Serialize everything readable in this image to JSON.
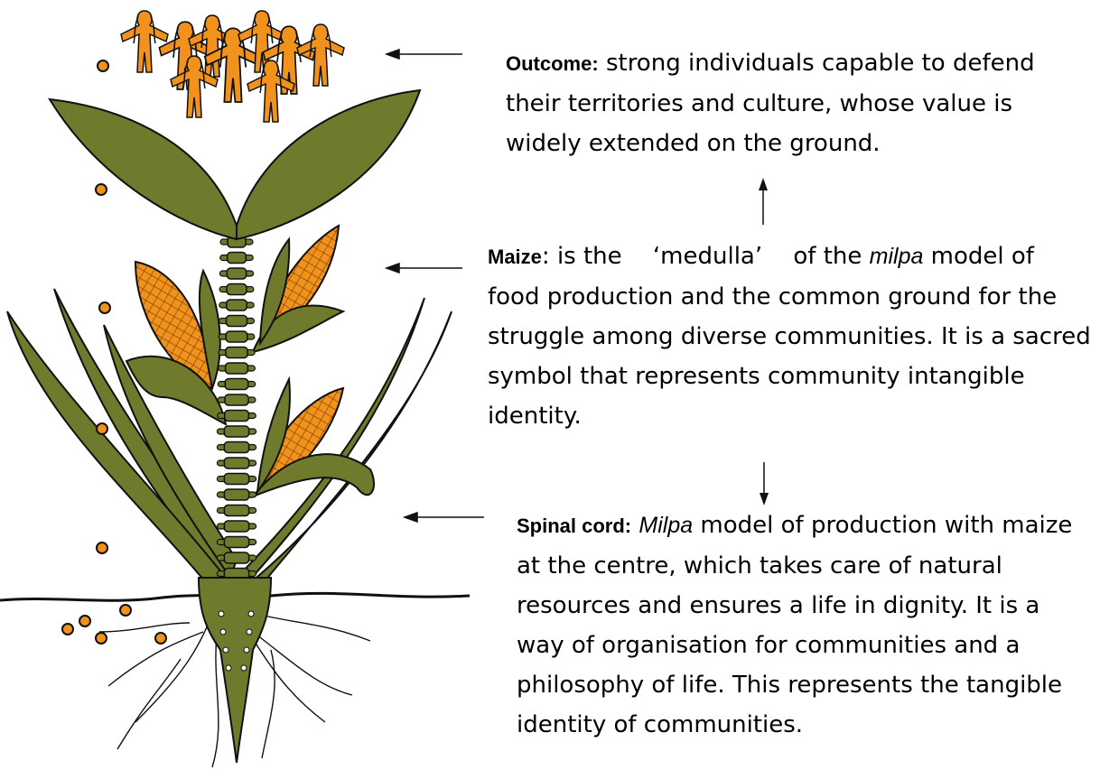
{
  "outcome": {
    "label": "Outcome:",
    "text": " strong individuals capable to defend their territories and culture, whose value is widely extended on the ground."
  },
  "maize": {
    "label": "Maize",
    "text_before": ": is the  ‘medulla’  of the ",
    "emphasis": "milpa",
    "text_after": " model of food production and the common ground for the struggle among diverse communities. It is a sacred symbol that represents community intangible identity."
  },
  "spinal_cord": {
    "label": "Spinal cord:",
    "emphasis": "Milpa",
    "text_after": "  model of production with maize at the centre, which takes care of natural resources and ensures a life in dignity. It is a way of organisation for communities and a philosophy of life. This represents the tangible identity of communities."
  },
  "colors": {
    "leaf": "#6f7a2c",
    "leaf_dark": "#4f5a1c",
    "figure": "#f0921b",
    "outline": "#111111"
  }
}
